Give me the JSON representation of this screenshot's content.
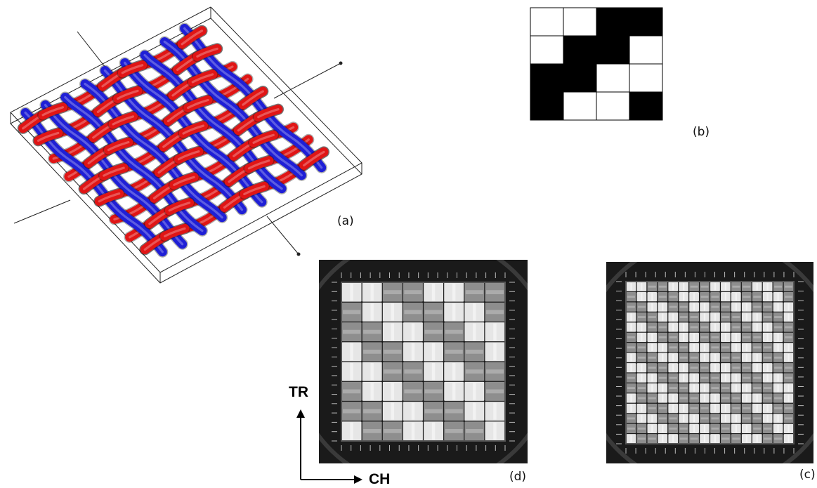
{
  "panels": {
    "a": {
      "label": "(a)",
      "warp_color": "#1f1fd6",
      "weft_color": "#e01515"
    },
    "b": {
      "label": "(b)",
      "grid": [
        [
          0,
          0,
          1,
          1
        ],
        [
          0,
          1,
          1,
          0
        ],
        [
          1,
          1,
          0,
          0
        ],
        [
          1,
          0,
          0,
          1
        ]
      ]
    },
    "d": {
      "label": "(d)",
      "weave": "2x2 twill, coarse"
    },
    "c": {
      "label": "(c)",
      "weave": "2x2 twill, fine"
    }
  },
  "axes": {
    "vertical": "TR",
    "horizontal": "CH"
  },
  "colors": {
    "fabric_bg": "#1a1a1a",
    "tow_light": "#e6e6e6",
    "tow_dark": "#8e8e8e"
  }
}
